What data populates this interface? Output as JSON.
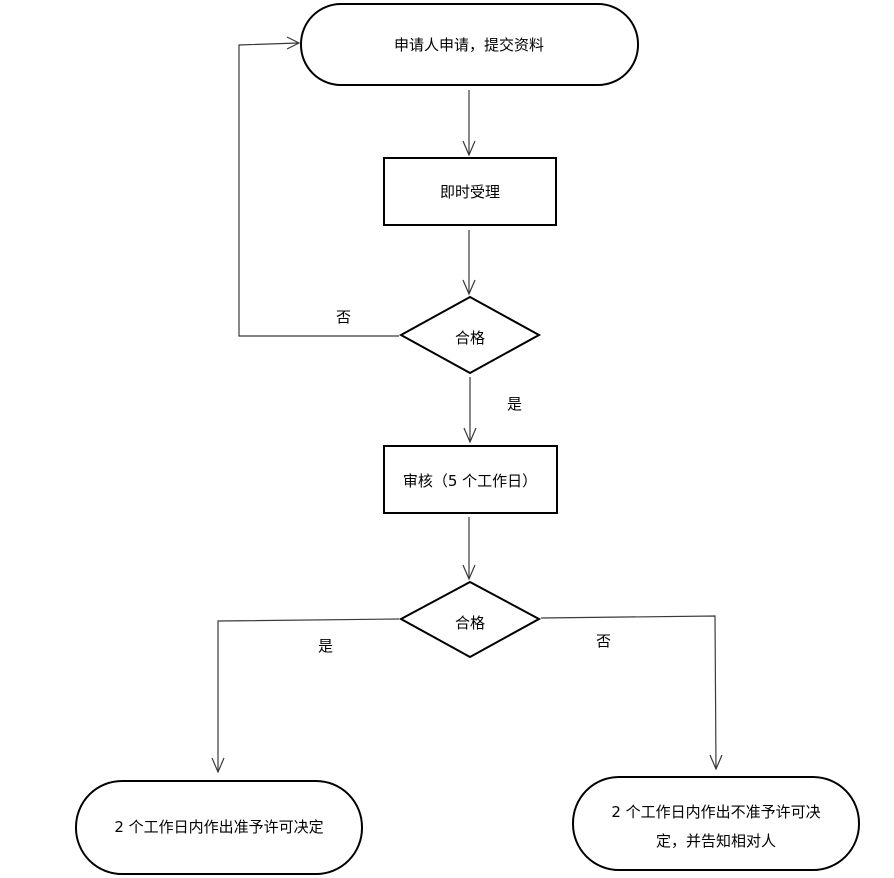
{
  "nodes": {
    "apply": "申请人申请，提交资料",
    "accept": "即时受理",
    "check1": "合格",
    "review": "审核（5 个工作日）",
    "check2": "合格",
    "approve": "2 个工作日内作出准予许可决定",
    "reject_line1": "2 个工作日内作出不准予许可决",
    "reject_line2": "定，并告知相对人"
  },
  "edges": {
    "check1_no": "否",
    "check1_yes": "是",
    "check2_yes": "是",
    "check2_no": "否"
  }
}
